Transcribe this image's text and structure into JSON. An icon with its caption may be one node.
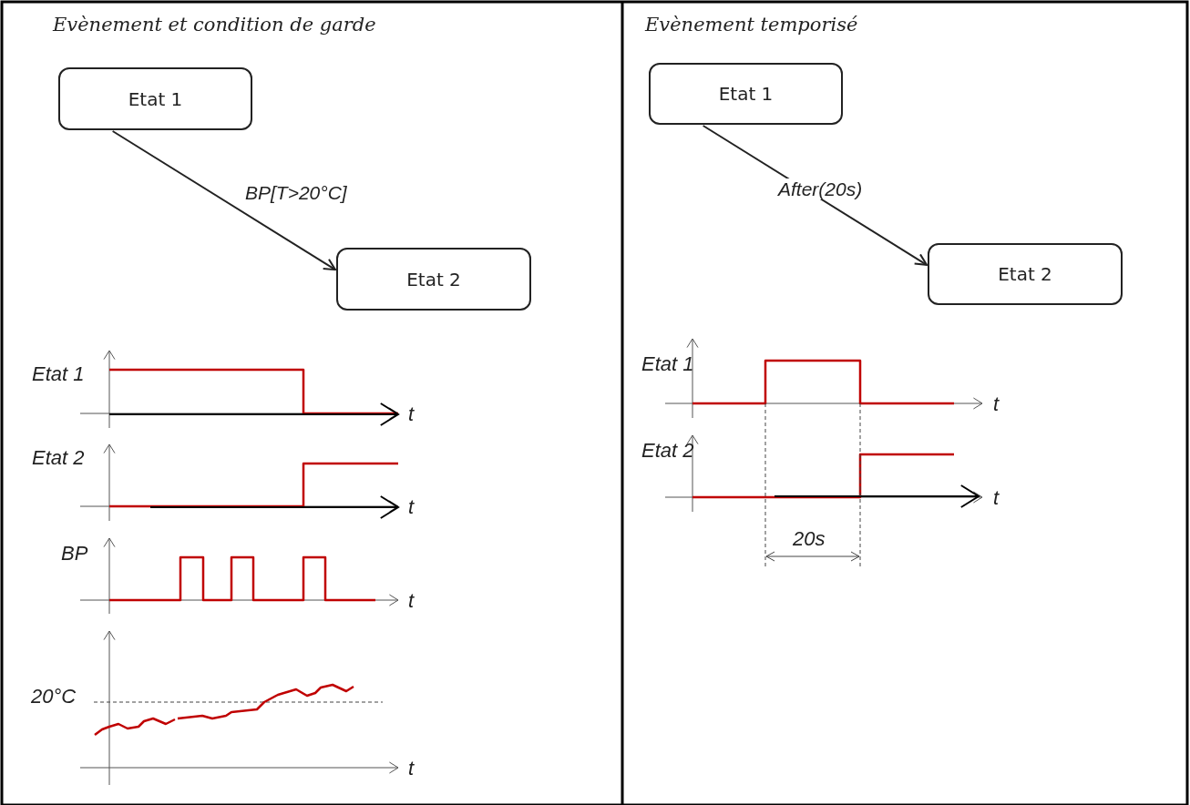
{
  "diagram": {
    "nodes": [
      {
        "text": [
          "Etat 1"
        ]
      },
      {
        "text": [
          "Etat 2"
        ]
      },
      {
        "text": [
          "Etat 1"
        ]
      },
      {
        "text": [
          "Etat 2"
        ]
      }
    ],
    "edges": [
      {
        "from": 0,
        "to": 1,
        "arrow": "to",
        "label": "BP[T>20°C]"
      },
      {
        "from": 2,
        "to": 3,
        "arrow": "to",
        "label": "After(20s)"
      }
    ],
    "labels": [
      "Evènement et condition de garde",
      "Evènement temporisé",
      "Etat 1",
      "t",
      "Etat 2",
      "t",
      "BP",
      "t",
      "20°C",
      "t",
      "Etat 1",
      "t",
      "Etat 2",
      "t",
      "20s"
    ]
  }
}
